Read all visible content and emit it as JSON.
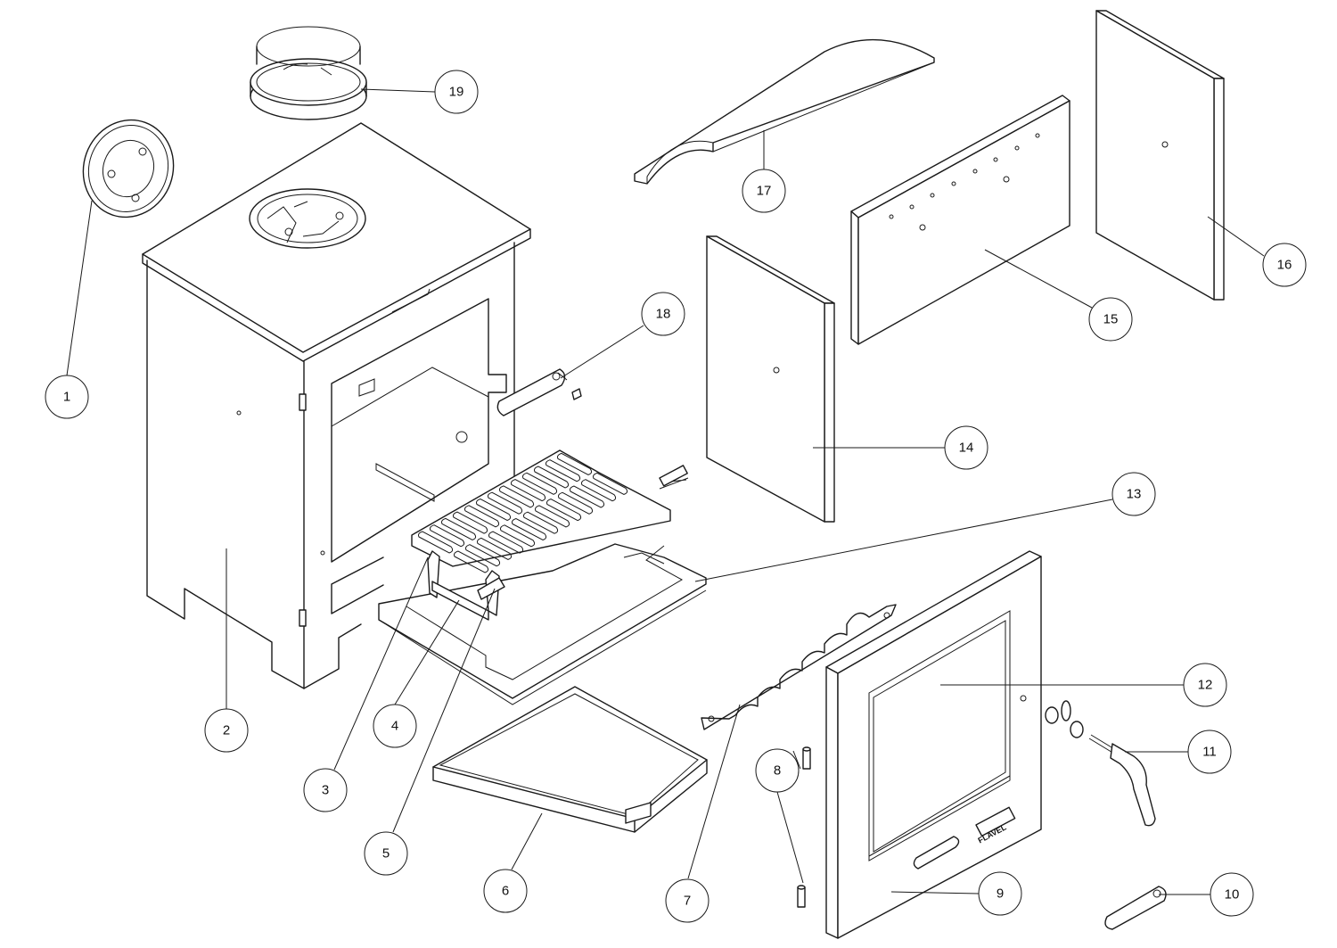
{
  "diagram": {
    "colors": {
      "line": "#1a1a1a",
      "background": "#ffffff"
    },
    "brand_badge": "FLAVEL",
    "callouts": [
      {
        "id": "c1",
        "label": "1"
      },
      {
        "id": "c2",
        "label": "2"
      },
      {
        "id": "c3",
        "label": "3"
      },
      {
        "id": "c4",
        "label": "4"
      },
      {
        "id": "c5",
        "label": "5"
      },
      {
        "id": "c6",
        "label": "6"
      },
      {
        "id": "c7",
        "label": "7"
      },
      {
        "id": "c8",
        "label": "8"
      },
      {
        "id": "c9",
        "label": "9"
      },
      {
        "id": "c10",
        "label": "10"
      },
      {
        "id": "c11",
        "label": "11"
      },
      {
        "id": "c12",
        "label": "12"
      },
      {
        "id": "c13",
        "label": "13"
      },
      {
        "id": "c14",
        "label": "14"
      },
      {
        "id": "c15",
        "label": "15"
      },
      {
        "id": "c16",
        "label": "16"
      },
      {
        "id": "c17",
        "label": "17"
      },
      {
        "id": "c18",
        "label": "18"
      },
      {
        "id": "c19",
        "label": "19"
      }
    ]
  }
}
